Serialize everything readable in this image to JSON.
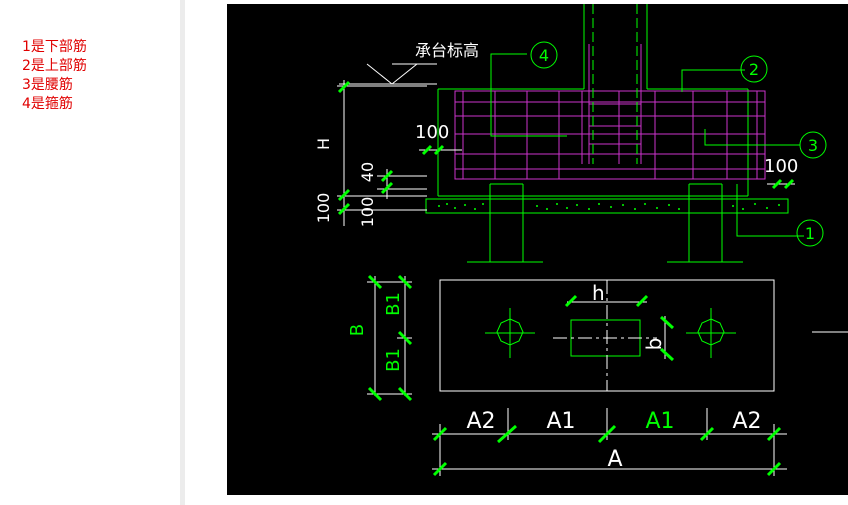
{
  "legend": {
    "items": [
      {
        "label": "1是下部筋"
      },
      {
        "label": "2是上部筋"
      },
      {
        "label": "3是腰筋"
      },
      {
        "label": "4是箍筋"
      }
    ]
  },
  "drawing": {
    "colors": {
      "background": "#000000",
      "line": "#00ff00",
      "rebar": "#cc33cc",
      "dim_tick": "#00ff00",
      "text": "#ffffff"
    },
    "elevation_label": "承台标高",
    "callouts": [
      "1",
      "2",
      "3",
      "4"
    ],
    "dims_left": {
      "h": "H",
      "d40": "40",
      "d100a": "100",
      "d100b": "100"
    },
    "dim_cover_left": "100",
    "dim_cover_right": "100",
    "plan_dims": {
      "B": "B",
      "B1_top": "B1",
      "B1_bottom": "B1",
      "h": "h",
      "b": "b"
    },
    "bottom_dims": {
      "A2_left": "A2",
      "A1_left": "A1",
      "A1_right": "A1",
      "A2_right": "A2",
      "A": "A"
    }
  }
}
